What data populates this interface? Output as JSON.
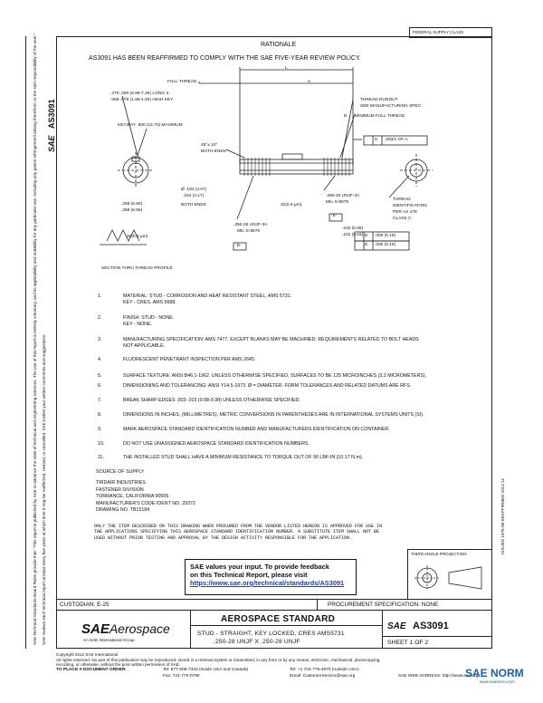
{
  "header": {
    "top_right_tag": "FEDERAL SUPPLY CLASS",
    "rationale_label": "RATIONALE",
    "rationale_text": "AS3091 HAS BEEN REAFFIRMED TO COMPLY WITH THE SAE FIVE-YEAR REVIEW POLICY.",
    "side_doc_number": "AS3091"
  },
  "sidebar": {
    "line1": "SAE Technical Standards Board Rules provide that: \"This report is published by SAE to advance the state of technical and engineering sciences. The use of this report is entirely voluntary, and its applicability and suitability for any particular use, including any patent infringement arising therefrom, is the sole responsibility of the user.\"",
    "line2": "SAE reviews each technical report at least every five years at which time it may be reaffirmed, revised, or cancelled. SAE invites your written comments and suggestions.",
    "right_vertical": "ISSUED 1975-06  REAFFIRMED 2012-11"
  },
  "drawing": {
    "full_thread": "FULL THREAD",
    "L": "L",
    "A": "A",
    "key_dims_1": ".270-.290 (6.86-7.36) LONG X",
    ".key_dims_2": "",
    "key_dims_2": ".066-.076 (1.68-1.93) HIGH KEY",
    "keyway": "KEYWAY .500 (12.70) MAXIMUM",
    "chamfer_1": "45°± 10°",
    "chamfer_2": "BOTH ENDS",
    "thread_runout_1": "THREAD RUNOUT",
    "thread_runout_2": "SEE MANUFACTURING SPEC",
    "min_full_thread": "MINIMUM FULL THREAD",
    "b_label": "B",
    "fcf_top_d": "D",
    "fcf_top_val": ".003/1 OF A",
    "dia_184_1": "Ø .184 (4.67)",
    "dia_184_2": ".164 (4.17)",
    "dia_184_3": "BOTH ENDS",
    "dim_268_1": ".268 (6.80)",
    "dim_268_2": ".258 (6.56)",
    "finish_32_a": "32(0.8 μm)",
    "thread_right_1": ".250-28 UNJF-3A",
    "thread_right_2": "MIL-S-8879",
    "datum_e": "-E-",
    "thread_id_1": "THREAD",
    "thread_id_2": "IDENTIFICATION",
    "thread_id_3": "PER AS 478",
    "thread_id_4": "CLASS C",
    "thread_left_1": ".250-28 UNJF-3A",
    "thread_left_2": "MIL-S-8879",
    "datum_d": "-D-",
    "finish_32_b": "32(0.8 μm)",
    "dim_232_1": ".232 (5.89)",
    "dim_232_2": ".222 (5.63)",
    "fcf_d_row": ".006 (0.15)",
    "fcf_e_row": ".006 (0.15)",
    "fcf_d_letter": "D",
    "fcf_e_letter": "E",
    "section_label": "SECTION THRU THREAD PROFILE"
  },
  "notes": [
    {
      "num": "1.",
      "text": "MATERIAL:   STUD - CORROSION AND HEAT RESISTANT STEEL, AMS 5731."
    },
    {
      "num": "",
      "text": "                  KEY  - CRES, AMS 5688."
    },
    {
      "num": "2.",
      "text": "FINISH:  STUD - NONE."
    },
    {
      "num": "",
      "text": "              KEY   - NONE."
    },
    {
      "num": "3.",
      "text": "MANUFACTURING SPECIFICATION:  AMS 7477.  EXCEPT BLANKS MAY BE MACHINED.  REQUIREMENTS RELATED TO BOLT HEADS"
    },
    {
      "num": "",
      "text": "NOT APPLICABLE."
    },
    {
      "num": "4.",
      "text": "FLUORESCENT PENETRANT INSPECTION PER AMS 2645."
    },
    {
      "num": "5.",
      "text": "SURFACE TEXTURE:  ANSI B46.1-1962.  UNLESS OTHERWISE SPECIFIED, SURFACES TO BE 125 MICROINCHES (3.2 MICROMETERS)."
    },
    {
      "num": "6.",
      "text": "DIMENSIONING AND TOLERANCING:  ANSI Y14.5-1973.  Ø = DIAMETER.   FORM TOLERANCES AND RELATED DATUMS ARE RFS."
    },
    {
      "num": "7.",
      "text": "BREAK SHARP EDGES  .003-.015 (0.08-0.38) UNLESS OTHERWISE SPECIFIED."
    },
    {
      "num": "8.",
      "text": "DIMENSIONS IN INCHES, (MILLIMETRES), METRIC CONVERSIONS IN PARENTHESES ARE IN INTERNATIONAL SYSTEMS UNITS (SI)."
    },
    {
      "num": "9.",
      "text": "MARK AEROSPACE STANDARD IDENTIFICATION NUMBER AND MANUFACTURERS IDENTIFICATION ON CONTAINER."
    },
    {
      "num": "10.",
      "text": "DO NOT USE UNASSIGNED AEROSPACE STANDARD IDENTIFICATION NUMBERS."
    },
    {
      "num": "11.",
      "text": "THE INSTALLED STUD SHALL HAVE A MINIMUM RESISTANCE TO TORQUE OUT OF 90 LBF-IN (10.17 N.m)."
    }
  ],
  "supply": {
    "title": "SOURCE OF SUPPLY",
    "l1": "TRIDAIR INDUSTRIES",
    "l2": "FASTENER DIVISION",
    "l3": "TORRANCE, CALIFORNIA 90505",
    "l4": "MANUFACTURER'S CODE IDENT NO. 29372",
    "l5": "DRAWING NO.  TB15184"
  },
  "vendor_notice": {
    "l1": "ONLY THE ITEM DESCRIBED ON THIS DRAWING WHEN PROCURED FROM THE VENDOR LISTED HEREON IS APPROVED FOR USE IN",
    "l2": "THE APPLICATIONS SPECIFYING THIS AEROSPACE STANDARD IDENTIFICATION NUMBER.  A SUBSTITUTE ITEM SHALL NOT BE",
    "l3": "USED WITHOUT PRIOR TESTING AND APPROVAL BY THE DESIGN ACTIVITY RESPONSIBLE FOR THE APPLICATION."
  },
  "projection": {
    "label": "THIRD ANGLE PROJECTION"
  },
  "feedback": {
    "l1": "SAE values your input. To provide feedback",
    "l2": "on this Technical Report, please visit",
    "link": "https://www.sae.org/technical/standards/AS3091"
  },
  "title_block": {
    "custodian": "CUSTODIAN:  E-25",
    "procurement": "PROCUREMENT SPECIFICATION: NONE",
    "logo_sae": "SAE",
    "logo_aerospace": "Aerospace",
    "logo_sub": "An SAE International Group",
    "std_heading": "AEROSPACE STANDARD",
    "desc_1": "STUD - STRAIGHT, KEY LOCKED, CRES AMS5731",
    ".desc": "",
    "desc_2": ".250-28 UNJF X .250-28 UNJF",
    "sae_small": "SAE",
    "doc_number": "AS3091",
    "sheet": "SHEET 1 OF 2"
  },
  "footer": {
    "copyright": "Copyright 2012 SAE International",
    "rights": "All rights reserved. No part of this publication may be reproduced, stored in a retrieval system or transmitted, in any form or by any means, electronic, mechanical, photocopying,",
    "rights2": "recording, or otherwise, without the prior written permission of SAE.",
    "order": "TO PLACE A DOCUMENT ORDER:",
    "tel": "Tel:  877-606-7323 (inside USA and Canada)",
    "tel2": "Tel:  +1 724-776-4970 (outside USA)",
    "fax": "Fax:  724-776-0790",
    "email": "Email: CustomerService@sae.org",
    "web": "SAE WEB ADDRESS:  http://www.sae.org",
    "watermark": "SAE NORM",
    "watermark_sub": "www.saenorm.com"
  }
}
